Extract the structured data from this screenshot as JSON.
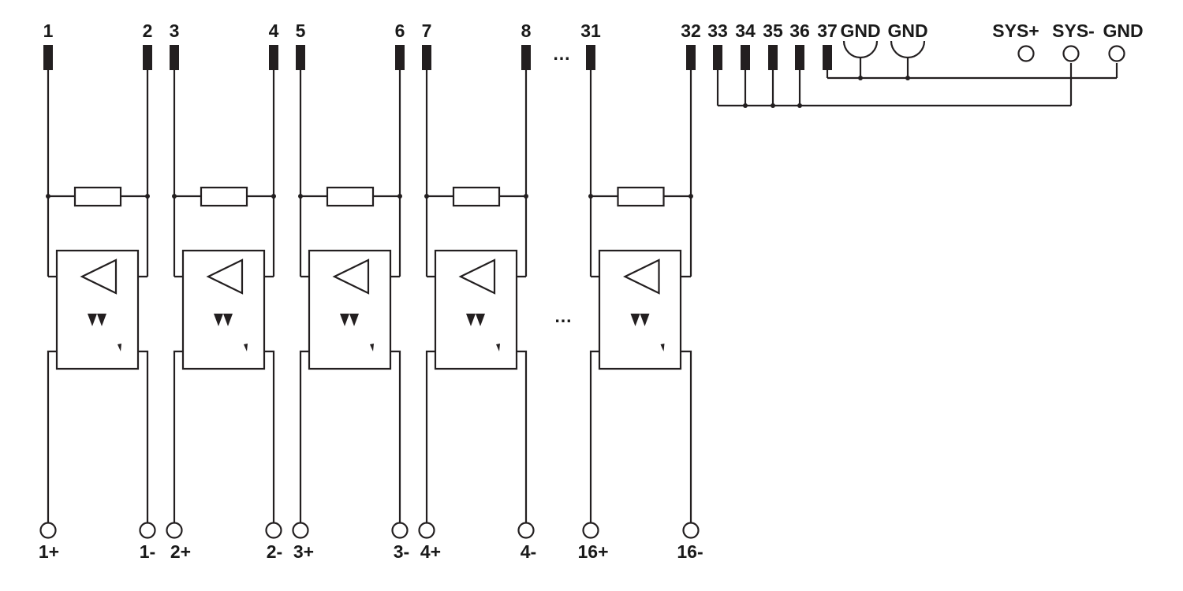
{
  "top_pins": [
    {
      "label": "1"
    },
    {
      "label": "2"
    },
    {
      "label": "3"
    },
    {
      "label": "4"
    },
    {
      "label": "5"
    },
    {
      "label": "6"
    },
    {
      "label": "7"
    },
    {
      "label": "8"
    },
    {
      "label": "31"
    },
    {
      "label": "32"
    }
  ],
  "right_pins": [
    {
      "label": "33"
    },
    {
      "label": "34"
    },
    {
      "label": "35"
    },
    {
      "label": "36"
    },
    {
      "label": "37"
    }
  ],
  "gnd_labels": [
    "GND",
    "GND"
  ],
  "sys_terminals": [
    {
      "label": "SYS+"
    },
    {
      "label": "SYS-"
    },
    {
      "label": "GND"
    }
  ],
  "bottom_terminals": [
    {
      "label": "1+"
    },
    {
      "label": "1-"
    },
    {
      "label": "2+"
    },
    {
      "label": "2-"
    },
    {
      "label": "3+"
    },
    {
      "label": "3-"
    },
    {
      "label": "4+"
    },
    {
      "label": "4-"
    },
    {
      "label": "16+"
    },
    {
      "label": "16-"
    }
  ],
  "ellipsis": "…",
  "colors": {
    "line": "#231f20",
    "text": "#1a1a1a",
    "background": "#ffffff"
  }
}
